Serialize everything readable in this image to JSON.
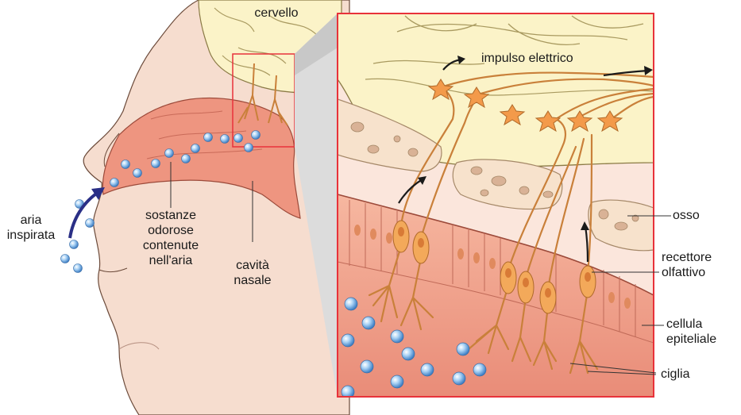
{
  "labels": {
    "cervello": "cervello",
    "impulso": "impulso elettrico",
    "aria_1": "aria",
    "aria_2": "inspirata",
    "sostanze_1": "sostanze",
    "sostanze_2": "odorose",
    "sostanze_3": "contenute",
    "sostanze_4": "nell'aria",
    "cavita_1": "cavità",
    "cavita_2": "nasale",
    "osso": "osso",
    "recettore_1": "recettore",
    "recettore_2": "olfattivo",
    "cellula_1": "cellula",
    "cellula_2": "epiteliale",
    "ciglia": "ciglia"
  },
  "colors": {
    "skin": "#f6ddcf",
    "brain": "#fbf3c8",
    "cavity": "#ee9580",
    "epithelium": "#f2a98f",
    "bone": "#f7e2cc",
    "neuron": "#f3a95a",
    "frame": "#e8323a",
    "molecule": "#7fb6ea",
    "arrow": "#2a2f86"
  }
}
